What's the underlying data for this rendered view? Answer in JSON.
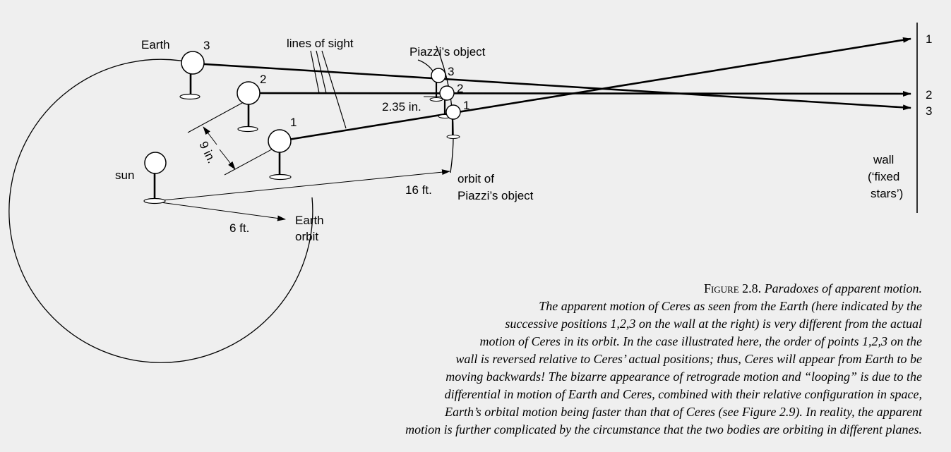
{
  "diagram": {
    "labels": {
      "earth": "Earth",
      "earth_pos_3": "3",
      "earth_pos_2": "2",
      "earth_pos_1": "1",
      "lines_of_sight": "lines of sight",
      "piazzi_object": "Piazzi’s object",
      "piazzi_pos_3": "3",
      "piazzi_pos_2": "2",
      "piazzi_pos_1": "1",
      "dist_235in": "2.35 in.",
      "dist_9in": "9 in.",
      "sun": "sun",
      "dist_16ft": "16 ft.",
      "dist_6ft": "6 ft.",
      "orbit_of_line1": "orbit of",
      "orbit_of_line2": "Piazzi’s object",
      "earth_orbit_line1": "Earth",
      "earth_orbit_line2": "orbit",
      "wall_line1": "wall",
      "wall_line2": "(‘fixed",
      "wall_line3": "stars’)",
      "wall_pos_1": "1",
      "wall_pos_2": "2",
      "wall_pos_3": "3"
    }
  },
  "caption": {
    "title": "Figure 2.8.",
    "subtitle": "Paradoxes of apparent motion.",
    "lines": [
      "The apparent motion of Ceres as seen from the Earth (here indicated by the",
      "successive positions 1,2,3 on the wall at the right) is very different from the actual",
      "motion of Ceres in its orbit. In the case illustrated here, the order of points 1,2,3 on the",
      "wall is reversed relative to Ceres’ actual positions; thus, Ceres will appear from Earth to be",
      "moving backwards! The bizarre appearance of retrograde motion and “looping” is due to the",
      "differential in motion of Earth and Ceres, combined with their relative configuration in space,",
      "Earth’s orbital motion being faster than that of Ceres (see Figure 2.9). In reality, the apparent",
      "motion is further complicated by the circumstance that the two bodies are orbiting in different planes."
    ]
  }
}
